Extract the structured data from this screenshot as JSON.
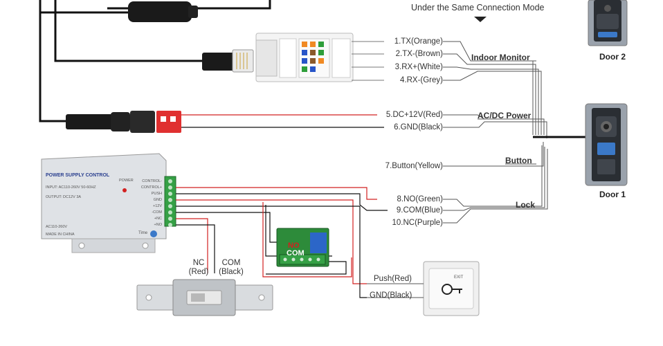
{
  "header": {
    "mode_text": "Under the Same Connection Mode"
  },
  "doors": {
    "door2": "Door 2",
    "door1": "Door 1"
  },
  "groups": {
    "indoor_monitor": "Indoor Monitor",
    "acdc_power": "AC/DC Power",
    "button": "Button",
    "lock": "Lock"
  },
  "wires": [
    {
      "label": "1.TX(Orange)",
      "color": "#f08a24"
    },
    {
      "label": "2.TX-(Brown)",
      "color": "#8b5a2b"
    },
    {
      "label": "3.RX+(White)",
      "color": "#cccccc"
    },
    {
      "label": "4.RX-(Grey)",
      "color": "#888888"
    },
    {
      "label": "5.DC+12V(Red)",
      "color": "#d22020"
    },
    {
      "label": "6.GND(Black)",
      "color": "#111111"
    },
    {
      "label": "7.Button(Yellow)",
      "color": "#e5c400"
    },
    {
      "label": "8.NO(Green)",
      "color": "#2e9e3a"
    },
    {
      "label": "9.COM(Blue)",
      "color": "#2855c8"
    },
    {
      "label": "10.NC(Purple)",
      "color": "#7a3aa8"
    }
  ],
  "power_supply": {
    "title": "POWER SUPPLY CONTROL",
    "input": "INPUT: AC110-260V 50-60HZ",
    "output": "OUTPUT: DC12V  3A",
    "voltage": "AC110-260V",
    "origin": "MADE IN CHINA",
    "power_led": "POWER",
    "time": "Time",
    "terminals": [
      "CONTROL-",
      "CONTROL+",
      "PUSH",
      "GND",
      "+12V",
      "-COM",
      "+NC",
      "+NO"
    ]
  },
  "relay": {
    "no": "NO",
    "com": "COM"
  },
  "lock": {
    "nc_label": "NC",
    "nc_color": "(Red)",
    "com_label": "COM",
    "com_color": "(Black)"
  },
  "exit_button": {
    "push_label": "Push(Red)",
    "gnd_label": "GND(Black)",
    "plate_text": "EXIT"
  }
}
